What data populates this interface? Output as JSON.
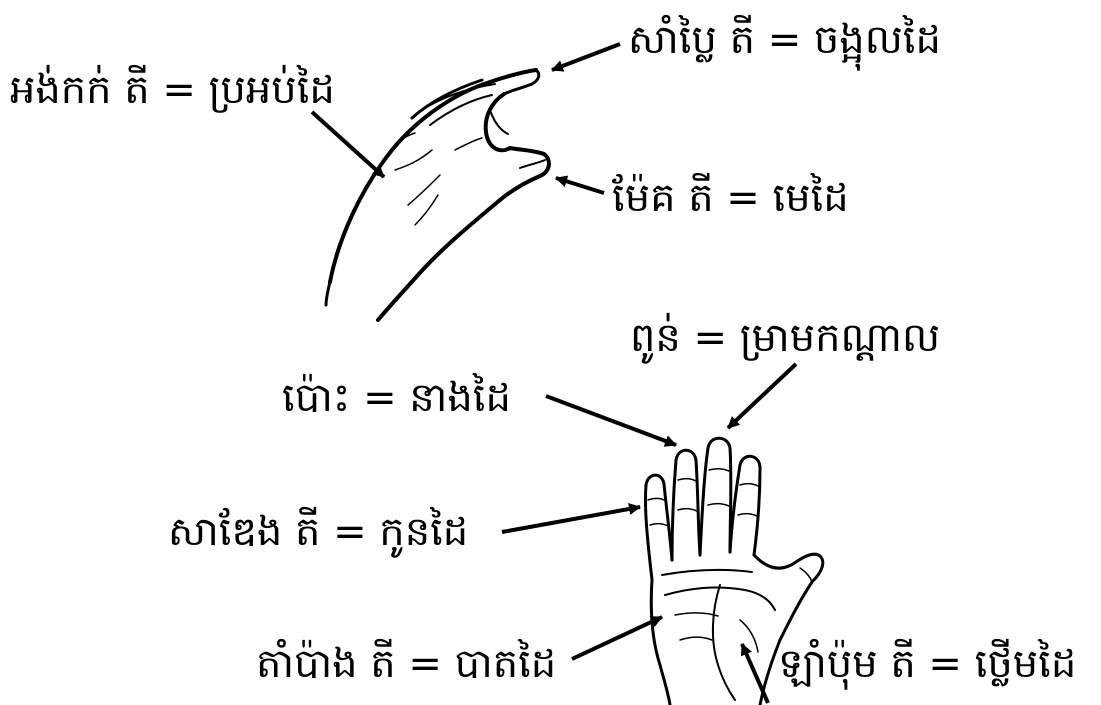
{
  "labels": {
    "thumb_back": "អង់កក់ តី = ប្រអប់ដៃ",
    "index_tip": "សាំប្លៃ តី = ចង្អុលដៃ",
    "thumb_tip": "ម៉ែគ តី = មេដៃ",
    "middle_finger": "ពូន់ = ម្រាមកណ្តាល",
    "ring_finger": "ប៉ោះ = នាងដៃ",
    "little_finger": "សាឌែង តី = កូនដៃ",
    "palm": "តាំប៉ាង តី = បាតដៃ",
    "wrist": "ឡាំប៉ុម តី = ថ្លើមដៃ"
  },
  "colors": {
    "ink": "#000000",
    "background": "#ffffff"
  }
}
